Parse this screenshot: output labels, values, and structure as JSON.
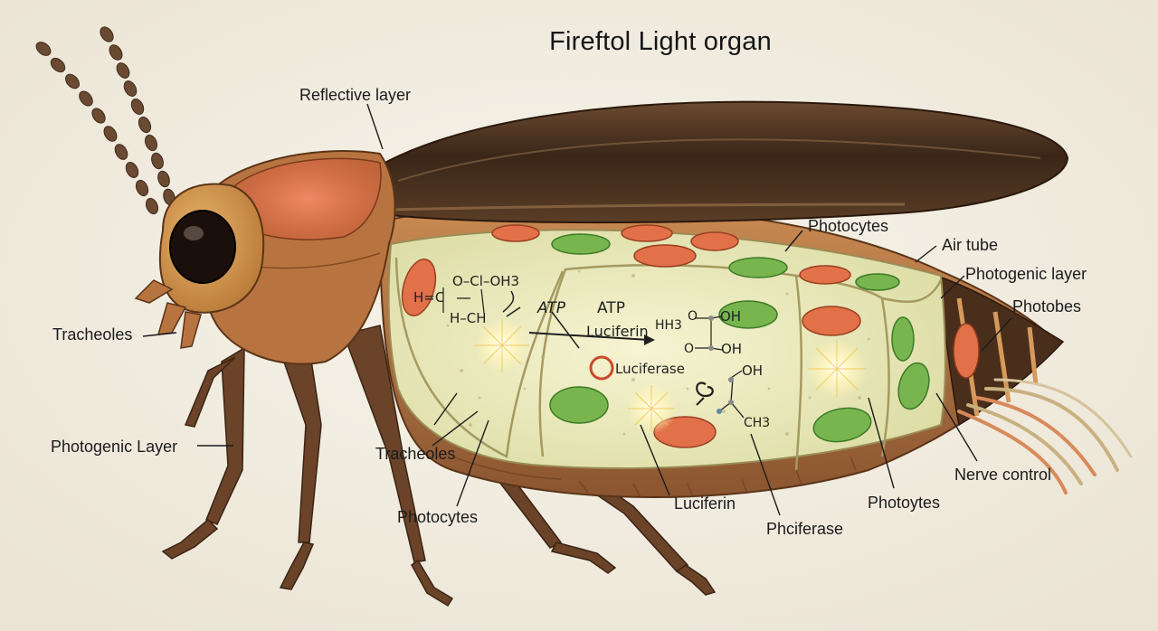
{
  "title": "Fireftol Light organ",
  "labels": {
    "reflective_layer": "Reflective layer",
    "photocytes_top": "Photocytes",
    "air_tube": "Air tube",
    "photogenic_layer_right": "Photogenic layer",
    "photobes": "Photobes",
    "tracheoles_left": "Tracheoles",
    "photogenic_layer_left": "Photogenic Layer",
    "tracheoles_bottom": "Tracheoles",
    "photocytes_bottom": "Photocytes",
    "luciferin_bottom": "Luciferin",
    "phciferase": "Phciferase",
    "photoytes": "Photoytes",
    "nerve_control": "Nerve control"
  },
  "chemistry": {
    "atp_1": "ATP",
    "atp_2": "ATP",
    "luciferin": "Luciferin",
    "luciferase": "Luciferase",
    "o_cl_oh3": "O–Cl–OH3",
    "h_c": "H=C",
    "h_ch": "H–CH",
    "hh3": "HH3",
    "o_1": "O",
    "oh_1": "OH",
    "o_2": "O",
    "oh_2": "OH",
    "oh_3": "OH",
    "ch3": "CH3"
  },
  "colors": {
    "background": "#f3efe6",
    "body_brown": "#7a4a24",
    "wing": "#4a3322",
    "organ_fill": "#e9e8b8",
    "photocyte_red": "#e2714a",
    "photocyte_green": "#78b54f"
  }
}
